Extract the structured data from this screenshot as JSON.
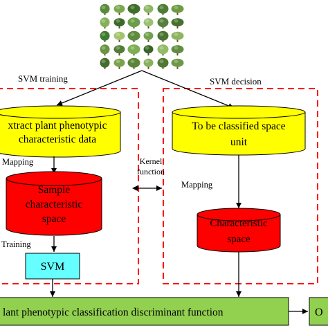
{
  "sections": {
    "training_label": "SVM training",
    "decision_label": "SVM decision"
  },
  "nodes": {
    "extract_line1": "xtract plant phenotypic",
    "extract_line2": "characteristic data",
    "sample_line1": "Sample",
    "sample_line2": "characteristic",
    "sample_line3": "space",
    "svm": "SVM",
    "classified_line1": "To be classified space",
    "classified_line2": "unit",
    "char_line1": "Characteristic",
    "char_line2": "space",
    "discriminant": "lant phenotypic classification discriminant function",
    "output": "O"
  },
  "edge_labels": {
    "mapping_left": "Mapping",
    "training": "Training",
    "kernel_line1": "Kernel",
    "kernel_line2": "function",
    "mapping_right": "Mapping"
  },
  "colors": {
    "db_yellow": "#ffff00",
    "db_red": "#ff0000",
    "svm_box": "#66ffff",
    "discriminant_box": "#92d050",
    "dashed_border": "#ff0000"
  },
  "plant_grid": {
    "rows": 5,
    "cols": 6,
    "colors": [
      "#5a8a3a",
      "#7aa84e",
      "#3f6f2a",
      "#8cb864",
      "#4d7d34",
      "#6e9a45",
      "#84b05a",
      "#3b6a28",
      "#6a9e4a",
      "#9bc072",
      "#557f3a",
      "#476f2f",
      "#3e7a30",
      "#a3c46f",
      "#5d8c3c",
      "#72a04f",
      "#4a7430",
      "#8fb35f",
      "#6b9342",
      "#517c36",
      "#7fae55",
      "#3a6426",
      "#94bb67",
      "#628d40",
      "#446c2d",
      "#7aa24c",
      "#5b8637",
      "#88b15c",
      "#4f7933",
      "#6c984a"
    ]
  }
}
